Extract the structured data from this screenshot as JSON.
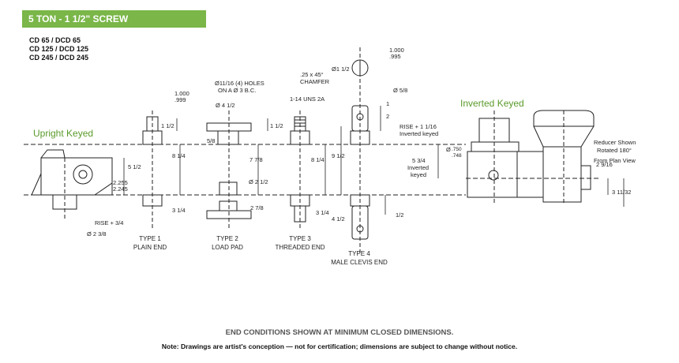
{
  "header": {
    "title": "5 TON - 1 1/2\" SCREW"
  },
  "models": [
    "CD 65 / DCD 65",
    "CD 125 / DCD 125",
    "CD 245 / DCD 245"
  ],
  "labels": {
    "upright": "Upright Keyed",
    "inverted": "Inverted Keyed"
  },
  "types": {
    "t1": [
      "TYPE 1",
      "PLAIN END"
    ],
    "t2": [
      "TYPE 2",
      "LOAD PAD"
    ],
    "t3": [
      "TYPE 3",
      "THREADED END"
    ],
    "t4": [
      "TYPE 4",
      "MALE CLEVIS END"
    ]
  },
  "dims": {
    "d1000_top": "1.000",
    "d999": ".999",
    "d1000_b": "1.000",
    "d995": ".995",
    "holes1": "Ø11/16 (4) HOLES",
    "holes2": "ON A Ø 3 B.C.",
    "dia4half": "Ø 4 1/2",
    "uns": "1-14 UNS 2A",
    "chamfer1": ".25 x 45°",
    "chamfer2": "CHAMFER",
    "dia1half": "Ø1 1/2",
    "dia58": "Ø 5/8",
    "dim1": "1",
    "dim2": "2",
    "dim1half_a": "1 1/2",
    "dim1half_b": "1 1/2",
    "dim58": "5/8",
    "dim8q_a": "8 1/4",
    "dim8q_b": "8 1/4",
    "dim778": "7 7/8",
    "dim912": "9 1/2",
    "dim512": "5 1/2",
    "d2255": "2.255",
    "d2245": "2.245",
    "dim314_a": "3 1/4",
    "dim314_b": "3 1/4",
    "dim278": "2 7/8",
    "dia212": "Ø 2 1/2",
    "dim412": "4 1/2",
    "dim12": "1/2",
    "rise34": "RISE + 3/4",
    "dia238": "Ø 2 3/8",
    "rise1": "RISE + 1 1/16",
    "rise2": "Inverted keyed",
    "phi": "Ø",
    "d750": ".750",
    "d748": ".748",
    "dim534a": "5 3/4",
    "dim534b": "Inverted",
    "dim534c": "keyed",
    "dim2916": "2 9/16",
    "dim31132": "3 11/32",
    "reducer1": "Reducer Shown",
    "reducer2": "Rotated 180°",
    "reducer3": "From Plan View"
  },
  "footer": {
    "line1": "END CONDITIONS SHOWN AT MINIMUM CLOSED DIMENSIONS.",
    "line2": "Note: Drawings are artist's conception — not for certification; dimensions are subject to change without notice."
  }
}
